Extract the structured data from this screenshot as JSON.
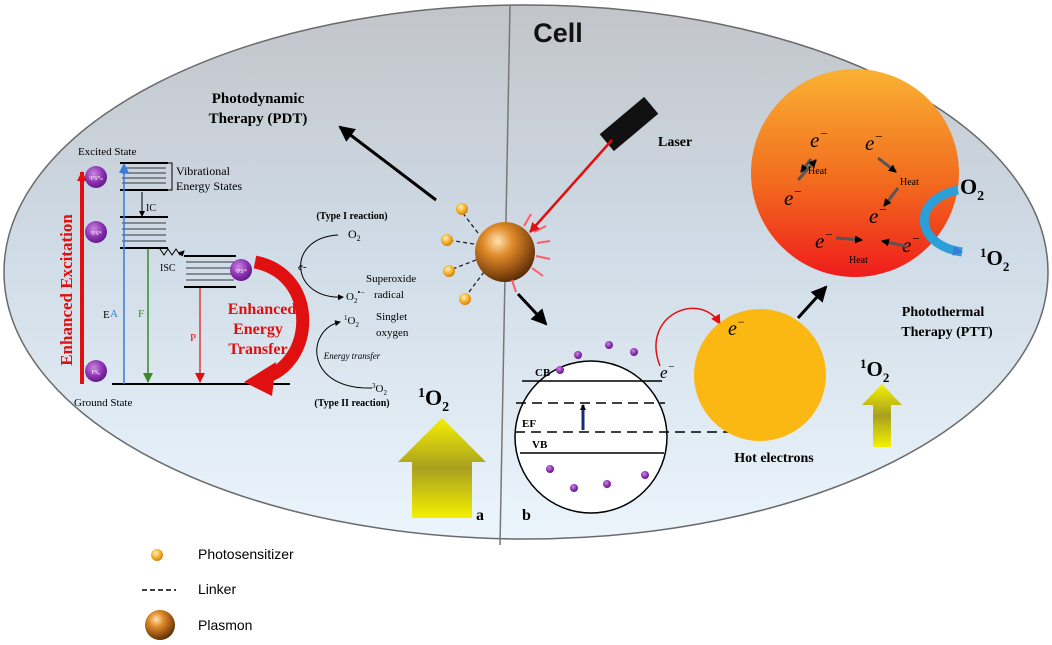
{
  "title": "Cell",
  "panels": {
    "a_label": "a",
    "b_label": "b"
  },
  "pdt": {
    "therapy_label_line1": "Photodynamic",
    "therapy_label_line2": "Therapy (PDT)",
    "excited_state": "Excited State",
    "ground_state": "Ground State",
    "vibrational_line1": "Vibrational",
    "vibrational_line2": "Energy States",
    "ic": "IC",
    "isc": "ISC",
    "enhanced_excitation": "Enhanced Excitation",
    "transition_E": "E",
    "transition_A": "A",
    "transition_F": "F",
    "transition_P": "P",
    "ps_s1_top": "¹PS*ₙ",
    "ps_s1": "¹PS*",
    "ps_ground": "PS₀",
    "ps_triplet": "³PS*",
    "enhanced_transfer_1": "Enhanced",
    "enhanced_transfer_2": "Energy",
    "enhanced_transfer_3": "Transfer",
    "type1": "(Type I reaction)",
    "o2": "O",
    "electron": "e-",
    "superoxide_1": "Superoxide",
    "superoxide_2": "radical",
    "singlet_o2": "O",
    "singlet_1": "Singlet",
    "singlet_2": "oxygen",
    "energy_transfer": "Energy transfer",
    "triplet_o2": "O",
    "type2": "(Type II reaction)",
    "big_singlet": "O"
  },
  "ptt": {
    "laser": "Laser",
    "cb": "CB",
    "ef": "EF",
    "vb": "VB",
    "hot_electrons": "Hot electrons",
    "electron_symbol": "e",
    "heat": "Heat",
    "o2": "O",
    "singlet": "O",
    "therapy_label_line1": "Photothermal",
    "therapy_label_line2": "Therapy (PTT)",
    "big_singlet": "O"
  },
  "legend": [
    {
      "label": "Photosensitizer",
      "icon": "photosensitizer-icon"
    },
    {
      "label": "Linker",
      "icon": "dashed-line-icon"
    },
    {
      "label": "Plasmon",
      "icon": "plasmon-sphere-icon"
    }
  ]
}
